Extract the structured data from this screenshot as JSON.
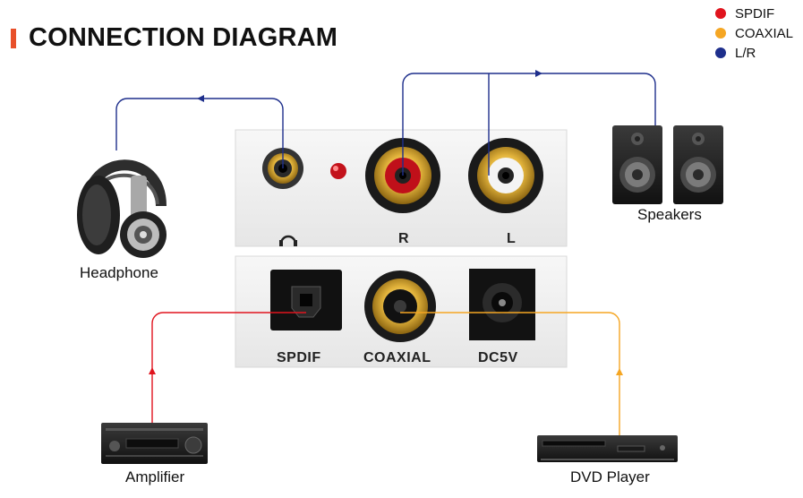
{
  "title": "CONNECTION DIAGRAM",
  "legend": [
    {
      "label": "SPDIF",
      "color": "#e0141e"
    },
    {
      "label": "COAXIAL",
      "color": "#f5a623"
    },
    {
      "label": "L/R",
      "color": "#1e2f8c"
    }
  ],
  "devices": {
    "headphone": "Headphone",
    "speakers": "Speakers",
    "amplifier": "Amplifier",
    "dvd_player": "DVD Player"
  },
  "ports": {
    "top": [
      "R",
      "L"
    ],
    "bottom": [
      "SPDIF",
      "COAXIAL",
      "DC5V"
    ]
  },
  "icons": [
    "headphone-jack-icon"
  ],
  "colors": {
    "accent": "#e8502a",
    "panel": "#f2f2f2"
  }
}
